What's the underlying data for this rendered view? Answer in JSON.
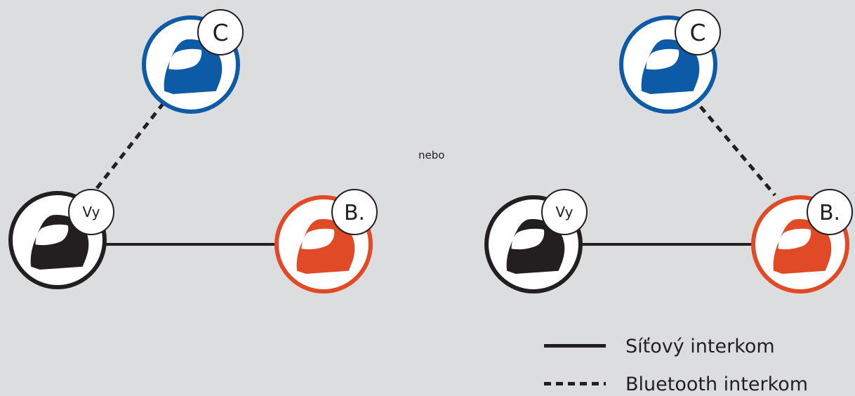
{
  "separator": "nebo",
  "diagrams": [
    {
      "id": "left",
      "nodes": {
        "you": {
          "label": "Vy",
          "color": "#231f20"
        },
        "b": {
          "label": "B.",
          "color": "#e04a26"
        },
        "c": {
          "label": "C",
          "color": "#0d5aa7"
        }
      },
      "links": [
        {
          "from": "you",
          "to": "b",
          "type": "mesh"
        },
        {
          "from": "you",
          "to": "c",
          "type": "bluetooth"
        }
      ]
    },
    {
      "id": "right",
      "nodes": {
        "you": {
          "label": "Vy",
          "color": "#231f20"
        },
        "b": {
          "label": "B.",
          "color": "#e04a26"
        },
        "c": {
          "label": "C",
          "color": "#0d5aa7"
        }
      },
      "links": [
        {
          "from": "you",
          "to": "b",
          "type": "mesh"
        },
        {
          "from": "b",
          "to": "c",
          "type": "bluetooth"
        }
      ]
    }
  ],
  "legend": {
    "mesh_label": "Síťový interkom",
    "bluetooth_label": "Bluetooth interkom"
  },
  "colors": {
    "background": "#dcdddf",
    "line": "#231f20",
    "blue": "#0d5aa7",
    "orange": "#e04a26",
    "black": "#231f20"
  }
}
